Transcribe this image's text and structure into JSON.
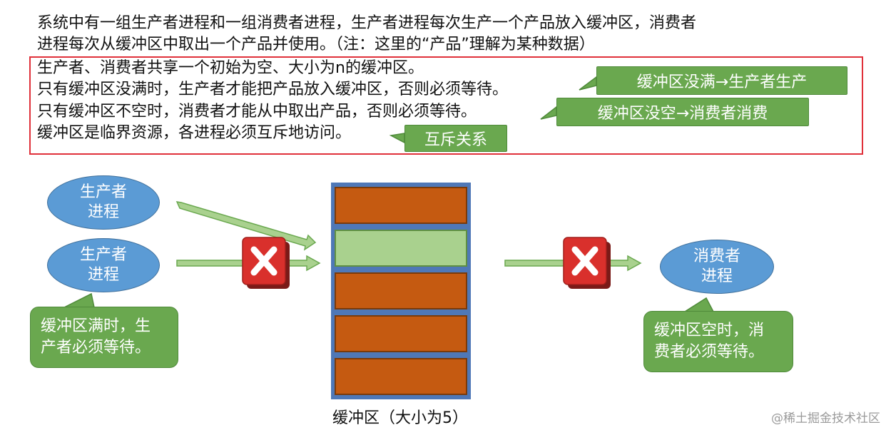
{
  "intro": {
    "line1": "系统中有一组生产者进程和一组消费者进程，生产者进程每次生产一个产品放入缓冲区，消费者",
    "line2": "进程每次从缓冲区中取出一个产品并使用。（注：这里的“产品”理解为某种数据）"
  },
  "rules": [
    "生产者、消费者共享一个初始为空、大小为n的缓冲区。",
    "只有缓冲区没满时，生产者才能把产品放入缓冲区，否则必须等待。",
    "只有缓冲区不空时，消费者才能从中取出产品，否则必须等待。",
    "缓冲区是临界资源，各进程必须互斥地访问。"
  ],
  "callouts": [
    "缓冲区没满→生产者生产",
    "缓冲区没空→消费者消费",
    "互斥关系"
  ],
  "producers": [
    "生产者\n进程",
    "生产者\n进程"
  ],
  "consumer": "消费者\n进程",
  "notes": {
    "left": "缓冲区满时，生\n产者必须等待。",
    "right": "缓冲区空时，消\n费者必须等待。"
  },
  "buffer": {
    "label": "缓冲区（大小为5）",
    "slots": [
      "full",
      "empty",
      "full",
      "full",
      "full"
    ]
  },
  "watermark": "@稀土掘金技术社区",
  "colors": {
    "callout_green": "#6aa84f",
    "process_blue": "#5b9bd5",
    "slot_full": "#c55a11",
    "slot_empty": "#a9d18e",
    "frame": "#4f78b7",
    "rules_border": "#e0303a",
    "block_icon": "#d9302c"
  }
}
